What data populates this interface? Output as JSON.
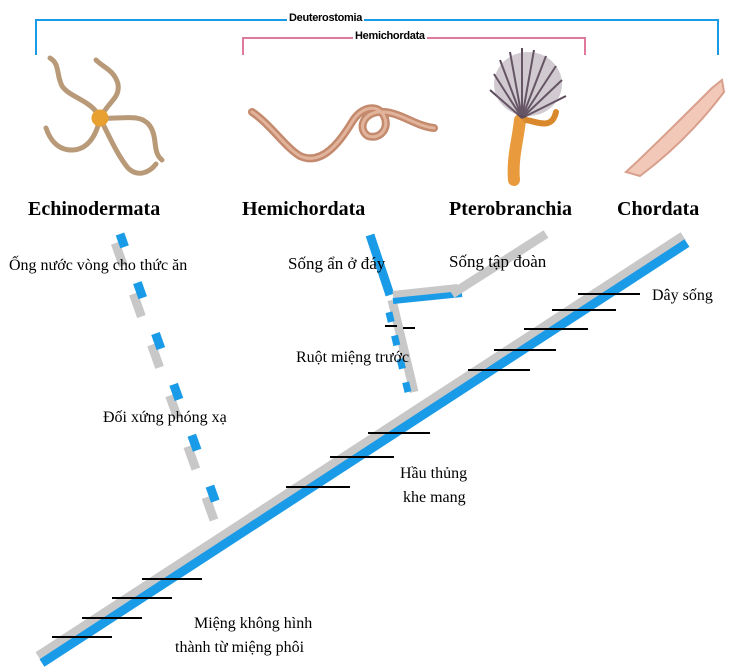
{
  "groups": {
    "deuterostomia": "Deuterostomia",
    "hemichordata": "Hemichordata"
  },
  "taxa": [
    "Echinodermata",
    "Hemichordata",
    "Pterobranchia",
    "Chordata"
  ],
  "traits": {
    "water_vascular": "Ống nước vòng cho thức ăn",
    "burrowing": "Sống ẩn ở đáy",
    "colonial": "Sống tập đoàn",
    "notochord": "Dây sống",
    "stomochord": "Ruột miệng trước",
    "radial_symmetry": "Đối xứng phóng xạ",
    "pharyngeal_slits_line1": "Hầu thủng",
    "pharyngeal_slits_line2": "khe mang",
    "deuterostome_line1": "Miệng không hình",
    "deuterostome_line2": "thành từ miệng phôi"
  },
  "colors": {
    "blue_branch": "#1a9be8",
    "gray_branch": "#c8c8c8",
    "deuterostomia_bracket": "#1a9be8",
    "hemichordata_bracket": "#e07a9a",
    "tick": "#000000"
  },
  "icons": [
    "brittle-star-icon",
    "acorn-worm-icon",
    "pterobranch-icon",
    "lancelet-icon"
  ]
}
